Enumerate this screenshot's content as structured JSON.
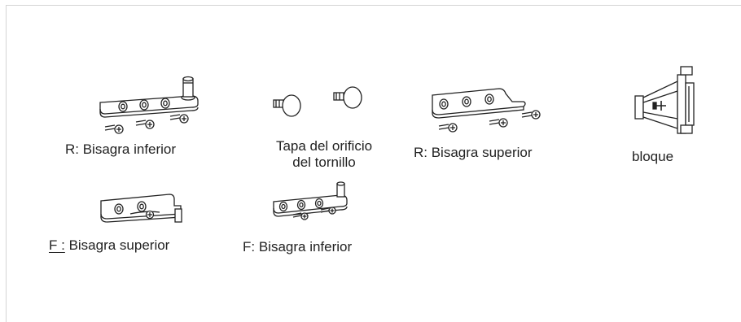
{
  "parts": {
    "rear_lower_hinge": {
      "label": "R: Bisagra inferior",
      "icon": "lower-hinge-with-screws"
    },
    "screw_hole_caps": {
      "label_line1": "Tapa del orificio",
      "label_line2": "del tornillo",
      "icon": "round-caps"
    },
    "rear_upper_hinge": {
      "label": "R: Bisagra superior",
      "icon": "upper-hinge-with-screws"
    },
    "block": {
      "label": "bloque",
      "icon": "block-bracket"
    },
    "front_upper_hinge": {
      "label_prefix": "F :",
      "label_text": " Bisagra superior",
      "icon": "upper-hinge-with-screws"
    },
    "front_lower_hinge": {
      "label": "F: Bisagra inferior",
      "icon": "lower-hinge-with-screws"
    }
  },
  "colors": {
    "line": "#222222",
    "frame": "#d4d4d4"
  }
}
